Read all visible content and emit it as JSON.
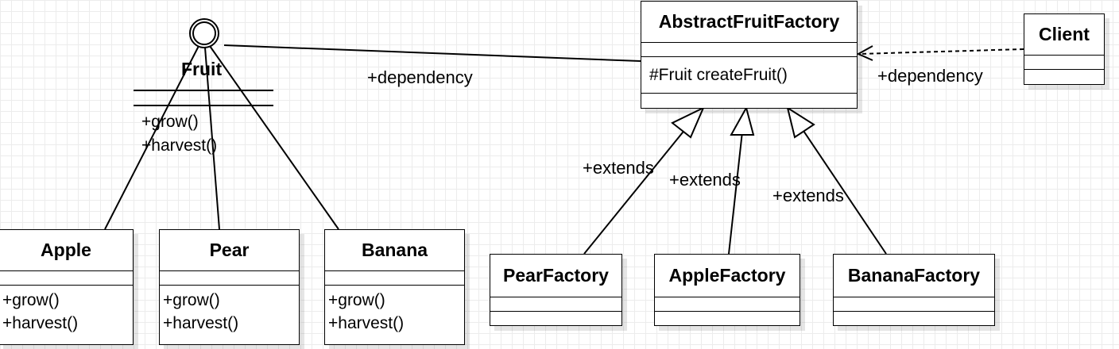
{
  "interface": {
    "name": "Fruit",
    "ops": [
      "+grow()",
      "+harvest()"
    ]
  },
  "classes": {
    "apple": {
      "name": "Apple",
      "ops": [
        "+grow()",
        "+harvest()"
      ]
    },
    "pear": {
      "name": "Pear",
      "ops": [
        "+grow()",
        "+harvest()"
      ]
    },
    "banana": {
      "name": "Banana",
      "ops": [
        "+grow()",
        "+harvest()"
      ]
    },
    "abstract_factory": {
      "name": "AbstractFruitFactory",
      "ops": [
        "#Fruit createFruit()"
      ]
    },
    "client": {
      "name": "Client"
    },
    "pear_factory": {
      "name": "PearFactory"
    },
    "apple_factory": {
      "name": "AppleFactory"
    },
    "banana_factory": {
      "name": "BananaFactory"
    }
  },
  "labels": {
    "dependency_fruit": "+dependency",
    "dependency_client": "+dependency",
    "extends_pear": "+extends",
    "extends_apple": "+extends",
    "extends_banana": "+extends"
  }
}
